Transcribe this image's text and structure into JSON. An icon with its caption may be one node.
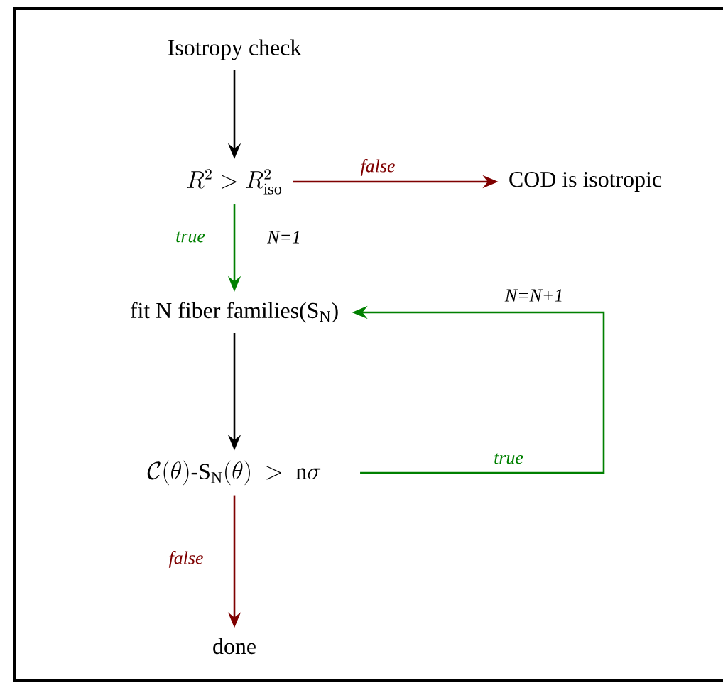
{
  "diagram": {
    "nodes": [
      {
        "text": [
          "Isotropy check"
        ]
      },
      {
        "text": [
          "R^2 >R^2_{\\mathrm{iso}}"
        ]
      },
      {
        "text": [
          "COD is isotropic"
        ]
      },
      {
        "text": [
          "fit N fiber families(S$_{N}$)"
        ]
      },
      {
        "text": [
          "\\mathcal{C}(\\theta)\\text{-}\\mathrm{S}_{\\mathrm{N}}(\\theta)\\ >\\ \\mathrm{n}\\sigma"
        ]
      },
      {
        "text": [
          "done"
        ]
      }
    ],
    "edges": [
      {
        "from": 0,
        "to": 1,
        "arrow": "to"
      },
      {
        "from": 1,
        "to": 2,
        "arrow": "to",
        "label": "false",
        "color": "#7f0000"
      },
      {
        "from": 1,
        "to": 3,
        "arrow": "to",
        "label": "true",
        "color": "#008000"
      },
      {
        "from": 3,
        "to": 4,
        "arrow": "to"
      },
      {
        "from": 4,
        "to": 3,
        "arrow": "to",
        "label": "true",
        "color": "#008000"
      },
      {
        "from": 4,
        "to": 5,
        "arrow": "to",
        "label": "false",
        "color": "#7f0000"
      }
    ],
    "labels": [
      "N=1",
      "N=N+1"
    ]
  }
}
